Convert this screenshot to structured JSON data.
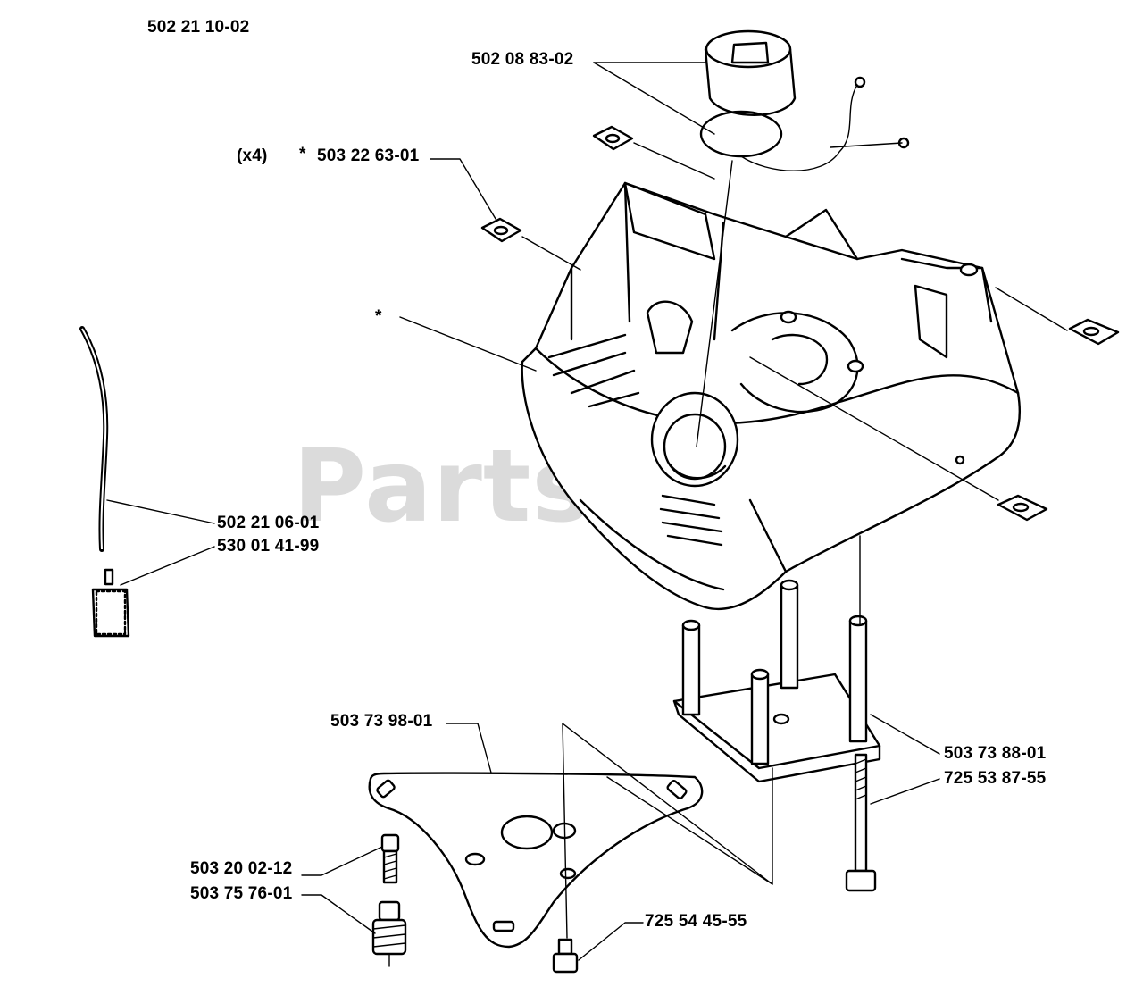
{
  "diagram": {
    "assembly_number": "502 21 10-02",
    "watermark": "PartsTree",
    "labels": {
      "fuel_cap": "502 08 83-02",
      "nut_qty": "(x4)",
      "nut_star": "*",
      "nut": "503 22 63-01",
      "tank_star": "*",
      "fuel_hose": "502 21 06-01",
      "fuel_filter": "530 01 41-99",
      "bracket_plate": "503 73 98-01",
      "screw_a": "503 20 02-12",
      "screw_b": "503 75 76-01",
      "screw_c": "725 54 45-55",
      "damper_block": "503 73 88-01",
      "long_bolt": "725 53 87-55"
    }
  }
}
